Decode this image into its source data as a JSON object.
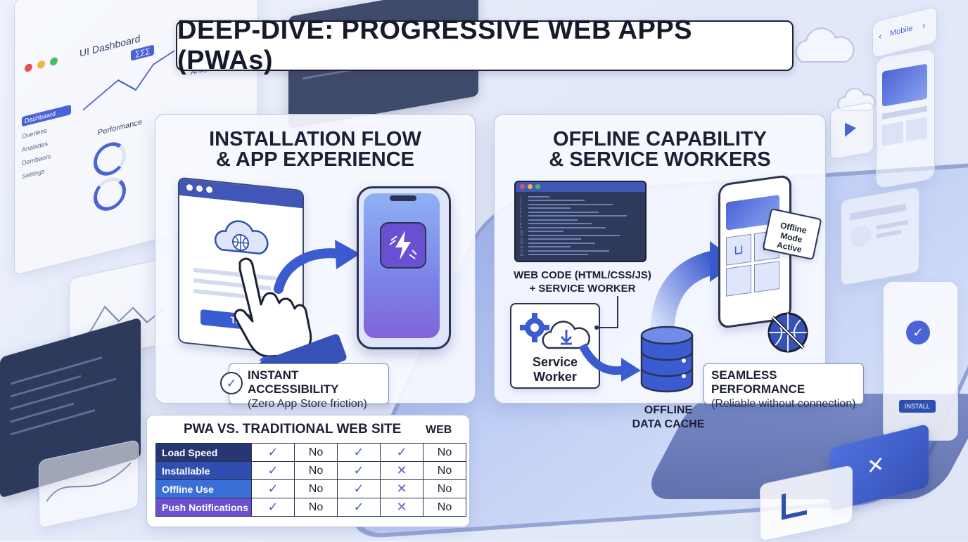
{
  "title": "DEEP-DIVE: PROGRESSIVE WEB APPS (PWAs)",
  "background": {
    "dashboard_title": "UI Dashboard",
    "dashboard_badge": "∑∑∑",
    "sidebar_items": [
      "Dashbaard",
      "Overlees",
      "Analaties",
      "Dembaors",
      "Settings"
    ],
    "performance_label": "Performance",
    "analytics_label": "Analytics",
    "mobile_nav_label": "Mobile",
    "install_button": "INSTALL",
    "window_dots": [
      "#e5554f",
      "#f2b53b",
      "#4cbb5c"
    ]
  },
  "installation": {
    "title_line1": "INSTALLATION FLOW",
    "title_line2": "& APP EXPERIENCE",
    "tap_button": "TAP IT",
    "callout_title": "INSTANT ACCESSIBILITY",
    "callout_sub": "(Zero App Store friction)"
  },
  "offline": {
    "title_line1": "OFFLINE CAPABILITY",
    "title_line2": "& SERVICE WORKERS",
    "code_label_line1": "WEB CODE (HTML/CSS/JS)",
    "code_label_line2": "+ SERVICE WORKER",
    "code_lines": [
      "1",
      "2",
      "3",
      "4",
      "5",
      "6",
      "7",
      "8",
      "9",
      "10",
      "11",
      "12",
      "13",
      "14",
      "15",
      "16"
    ],
    "service_worker_line1": "Service",
    "service_worker_line2": "Worker",
    "cache_label_line1": "OFFLINE",
    "cache_label_line2": "DATA CACHE",
    "offline_badge_line1": "Offline Mode",
    "offline_badge_line2": "Active",
    "callout_title": "SEAMLESS PERFORMANCE",
    "callout_sub": "(Reliable without connection)"
  },
  "comparison": {
    "title": "PWA VS. TRADITIONAL WEB SITE",
    "web_header": "WEB",
    "rows": [
      {
        "label": "Load Speed",
        "color": "#263673",
        "cells": [
          "check",
          "No",
          "check",
          "check",
          "No"
        ]
      },
      {
        "label": "Installable",
        "color": "#2f4fb0",
        "cells": [
          "check",
          "No",
          "check",
          "cross",
          "No"
        ]
      },
      {
        "label": "Offline Use",
        "color": "#3b6fd8",
        "cells": [
          "check",
          "No",
          "check",
          "cross",
          "No"
        ]
      },
      {
        "label": "Push Notifications",
        "color": "#6a4fd0",
        "cells": [
          "check",
          "No",
          "check",
          "cross",
          "No"
        ]
      }
    ]
  },
  "colors": {
    "accent_blue": "#4a63d6",
    "accent_purple": "#7a52c8",
    "dark_navy": "#1b2033",
    "panel_border": "#b9c4e4"
  }
}
